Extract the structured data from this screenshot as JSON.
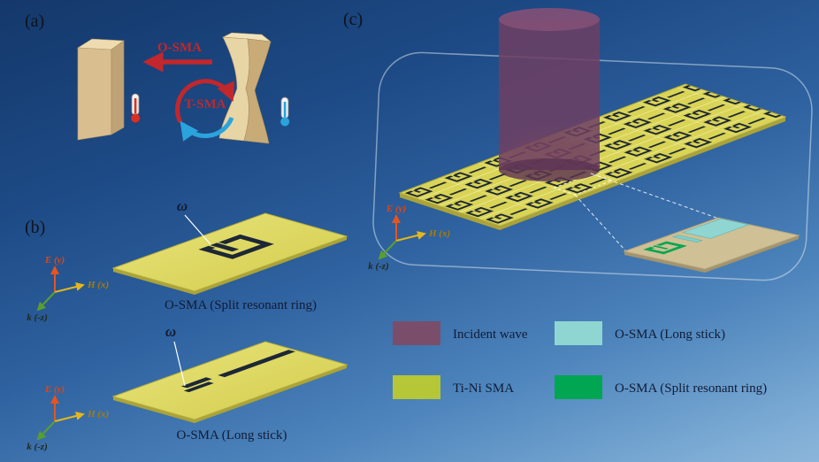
{
  "panels": {
    "a": {
      "label": "(a)",
      "top_arrow_label": "O-SMA",
      "cycle_label": "T-SMA"
    },
    "b": {
      "label": "(b)",
      "omega": "ω",
      "caption_ring": "O-SMA (Split resonant ring)",
      "caption_stick": "O-SMA (Long stick)"
    },
    "c": {
      "label": "(c)"
    }
  },
  "axes": {
    "e": "E (y)",
    "h": "H (x)",
    "k": "k (-z)"
  },
  "legend": {
    "items": [
      {
        "label": "Incident wave",
        "color": "#7a4e6b"
      },
      {
        "label": "O-SMA (Long stick)",
        "color": "#8fd6d2"
      },
      {
        "label": "Ti-Ni SMA",
        "color": "#b5c636"
      },
      {
        "label": "O-SMA (Split resonant ring)",
        "color": "#00a651"
      }
    ]
  },
  "colors": {
    "plate": "#d9d455",
    "structure": "#1d2736",
    "incident_body": "#6e3f63",
    "incident_top": "#845077",
    "incident_bottom": "#5a3252",
    "inset_plate": "#cfc096",
    "inset_ring": "#00a651",
    "inset_stick": "#7fd0cd",
    "inset_patch": "#8fd6d2"
  }
}
